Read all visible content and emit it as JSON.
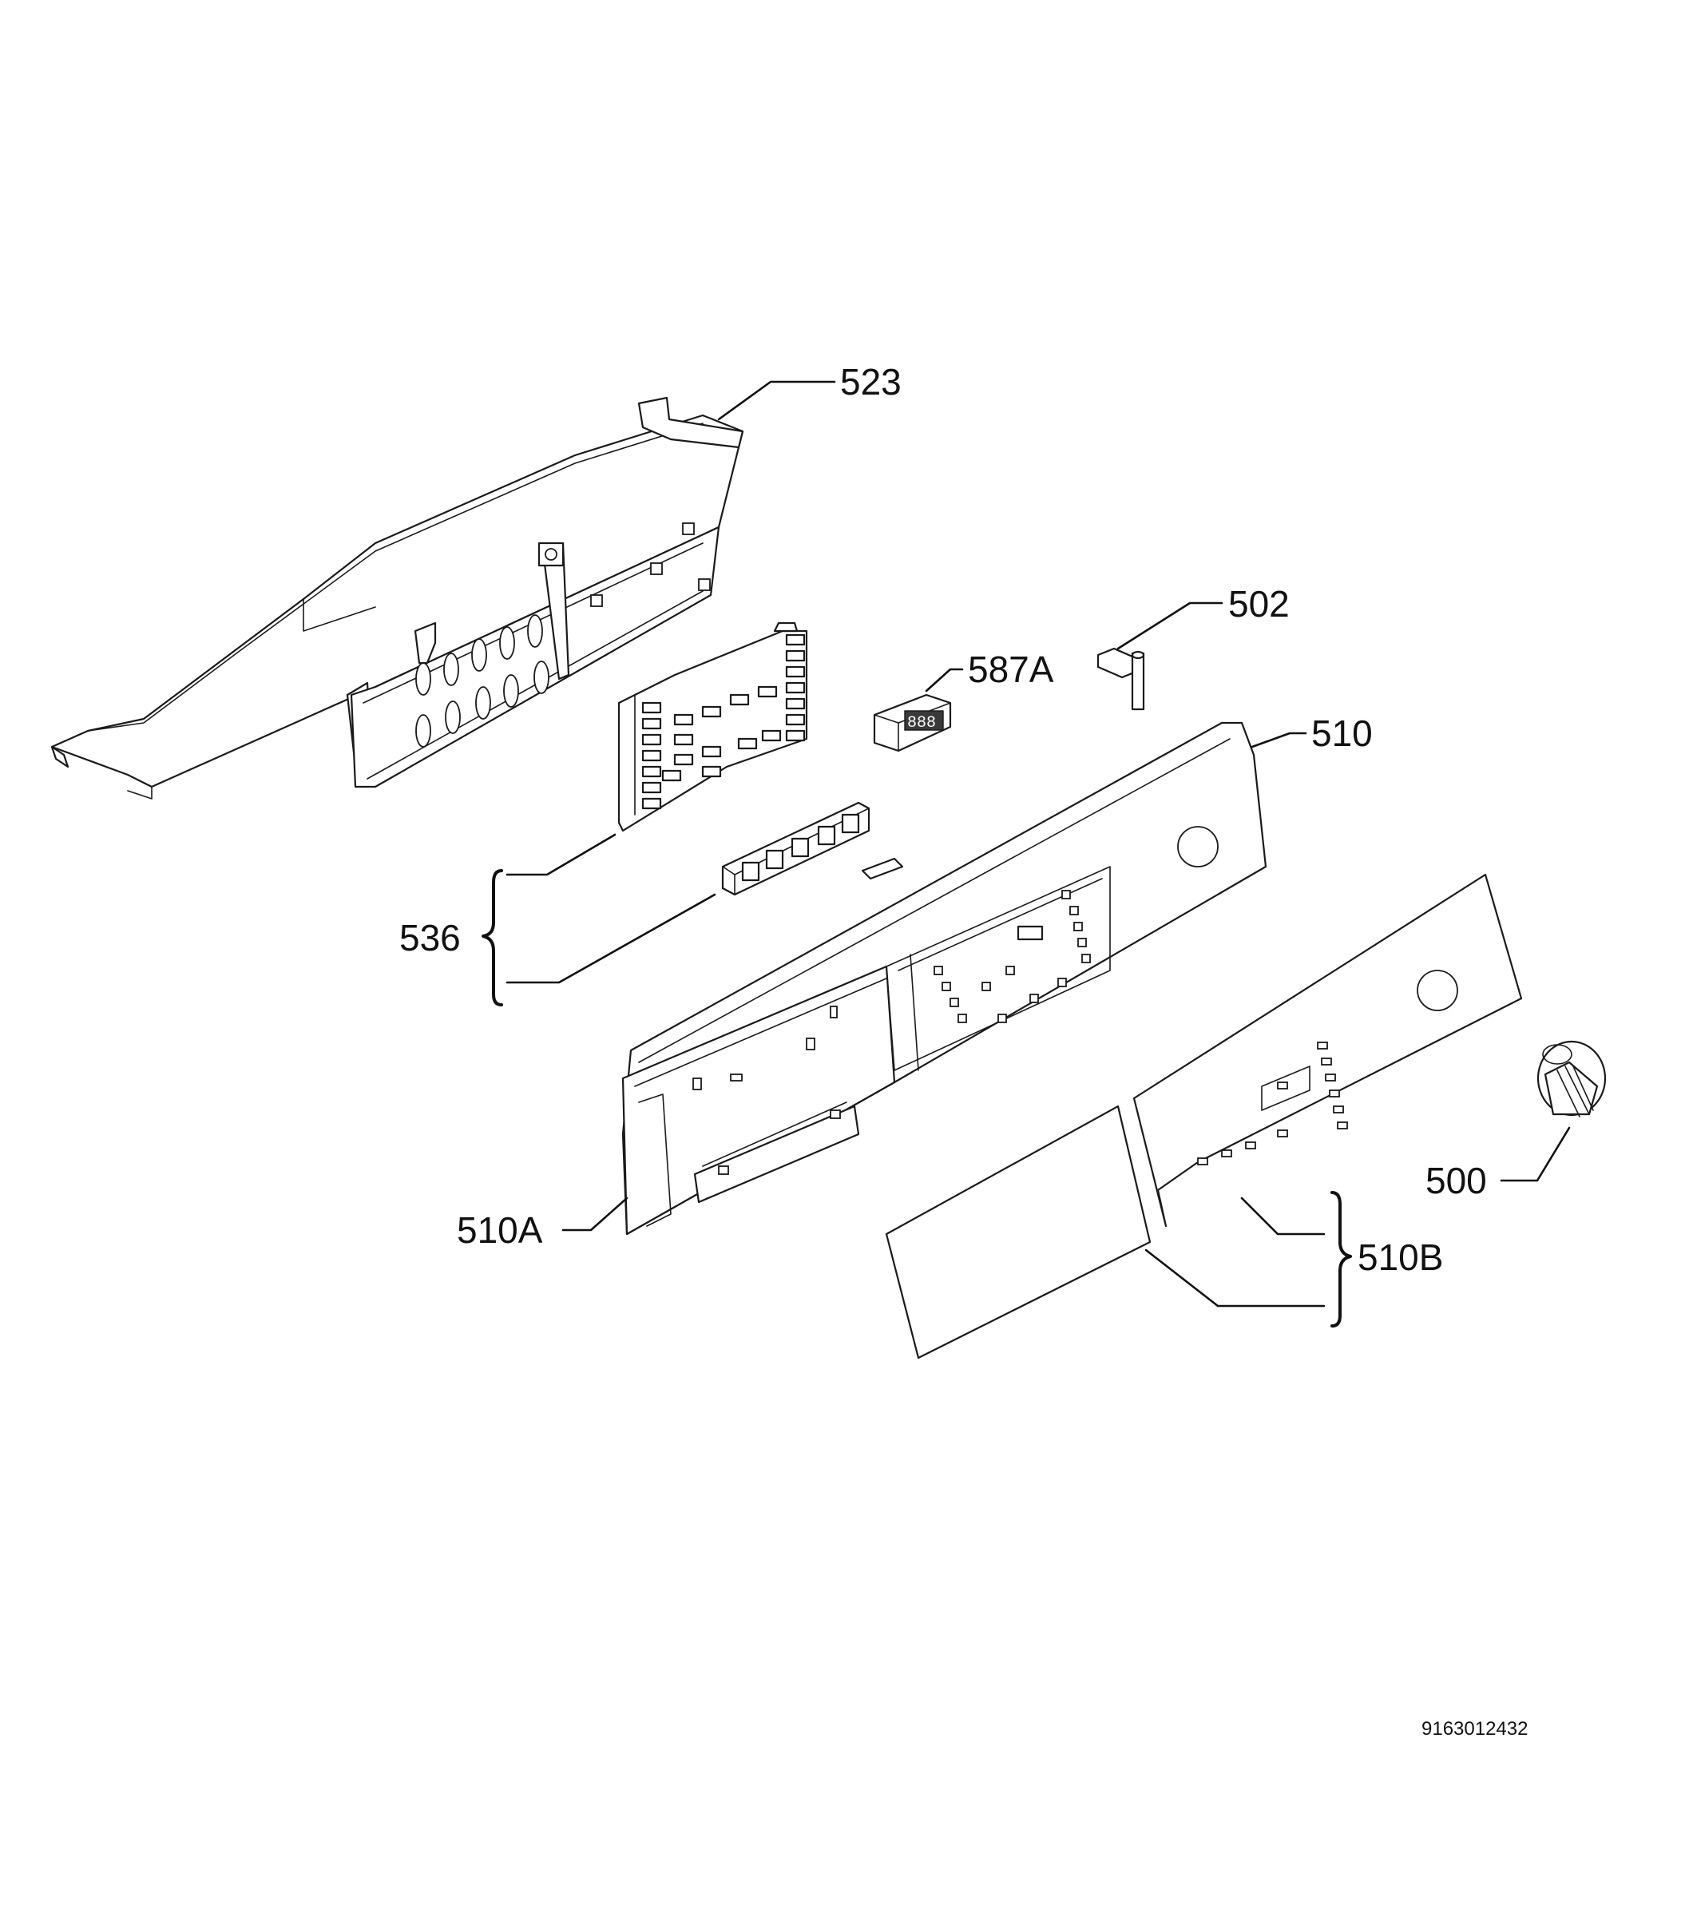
{
  "labels": {
    "523": "523",
    "502": "502",
    "587A": "587A",
    "510": "510",
    "536": "536",
    "500": "500",
    "510A": "510A",
    "510B": "510B"
  },
  "drawing_code": "9163012432"
}
